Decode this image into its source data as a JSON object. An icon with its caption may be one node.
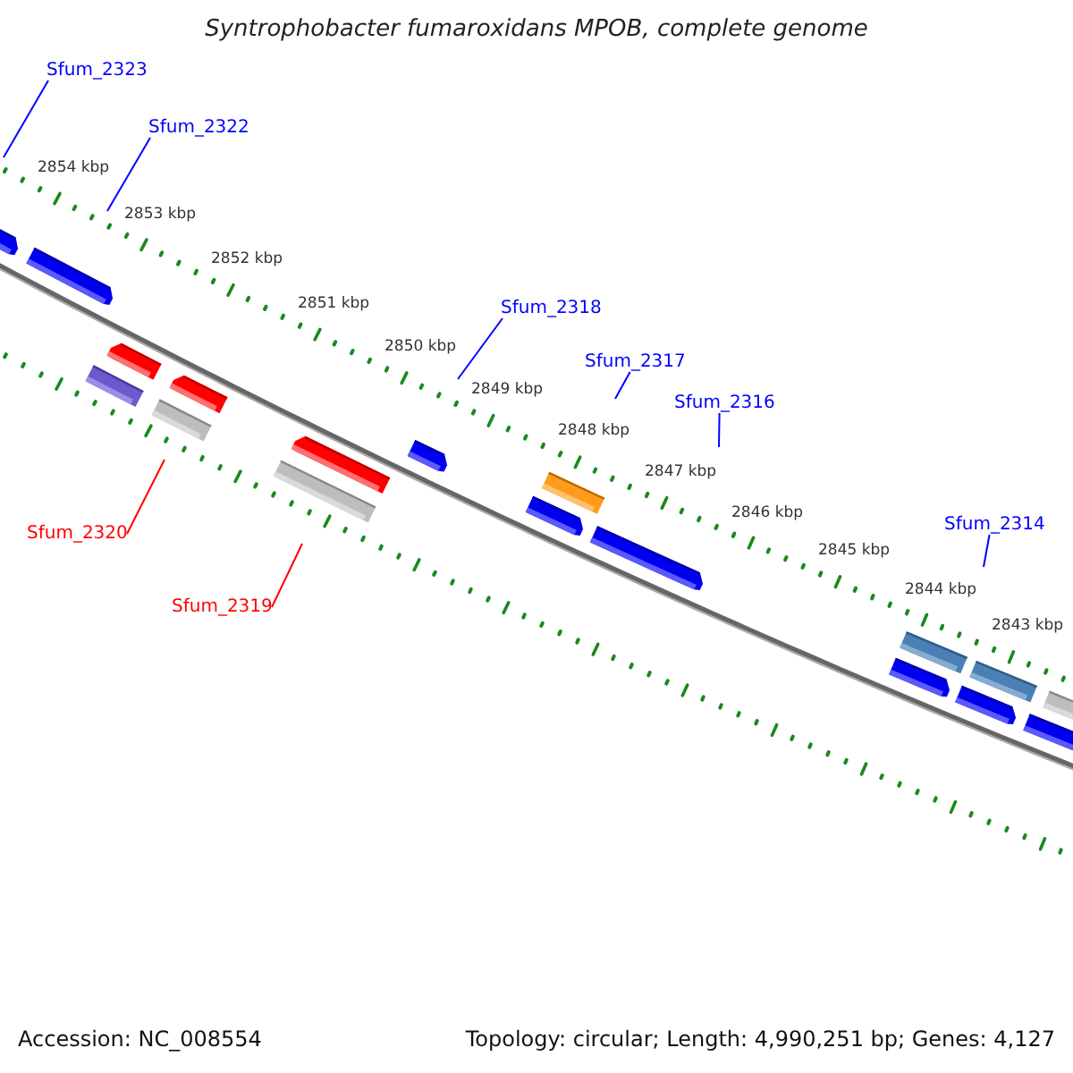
{
  "diagram": {
    "title": "Syntrophobacter fumaroxidans MPOB, complete genome",
    "nodes": [
      {
        "text": [
          "Sfum_2323"
        ]
      },
      {
        "text": [
          "Sfum_2322"
        ]
      },
      {
        "text": [
          "Sfum_2318"
        ]
      },
      {
        "text": [
          "Sfum_2317"
        ]
      },
      {
        "text": [
          "Sfum_2316"
        ]
      },
      {
        "text": [
          "Sfum_2314"
        ]
      },
      {
        "text": [
          "Sfum_2320"
        ]
      },
      {
        "text": [
          "Sfum_2319"
        ]
      }
    ],
    "edges": [
      {
        "from": 0,
        "to": null,
        "arrow": "none"
      },
      {
        "from": 1,
        "to": null,
        "arrow": "none"
      },
      {
        "from": 2,
        "to": null,
        "arrow": "none"
      },
      {
        "from": 3,
        "to": null,
        "arrow": "none"
      },
      {
        "from": 4,
        "to": null,
        "arrow": "none"
      },
      {
        "from": 5,
        "to": null,
        "arrow": "none"
      },
      {
        "from": 6,
        "to": null,
        "arrow": "none",
        "color": "#ff0000"
      },
      {
        "from": 7,
        "to": null,
        "arrow": "none",
        "color": "#ff0000"
      }
    ],
    "labels": [
      "2854 kbp",
      "2853 kbp",
      "2852 kbp",
      "2851 kbp",
      "2850 kbp",
      "2849 kbp",
      "2848 kbp",
      "2847 kbp",
      "2846 kbp",
      "2845 kbp",
      "2844 kbp",
      "2843 kbp",
      "Accession: NC_008554",
      "Topology: circular; Length: 4,990,251 bp; Genes: 4,127"
    ]
  }
}
